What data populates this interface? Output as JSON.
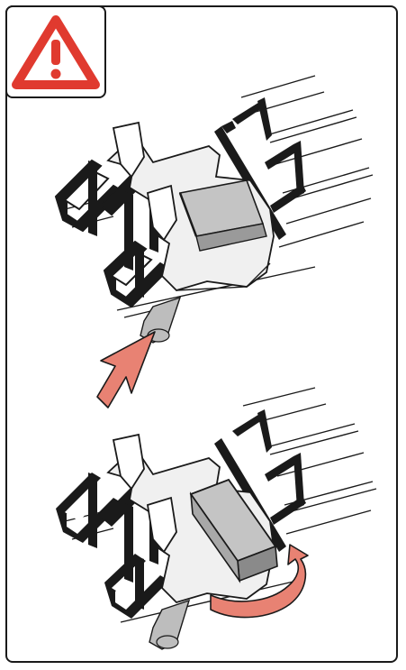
{
  "page": {
    "title": ""
  },
  "icons": {
    "warning": "warning-triangle-icon",
    "push_arrow": "push-arrow-icon",
    "rotate_arrow": "rotate-arrow-icon"
  },
  "colors": {
    "frame": "#1a1a1a",
    "warning_red": "#e03a2f",
    "arrow_fill": "#e88273",
    "block_fill": "#c4c4c4",
    "block_dark": "#8a8a8a",
    "pipe_fill": "#bdbdbd",
    "rail_dark": "#1a1a1a",
    "sheet_fill": "#f0f0f0"
  },
  "steps": [
    {
      "name": "step-1",
      "action": "push"
    },
    {
      "name": "step-2",
      "action": "rotate"
    }
  ]
}
